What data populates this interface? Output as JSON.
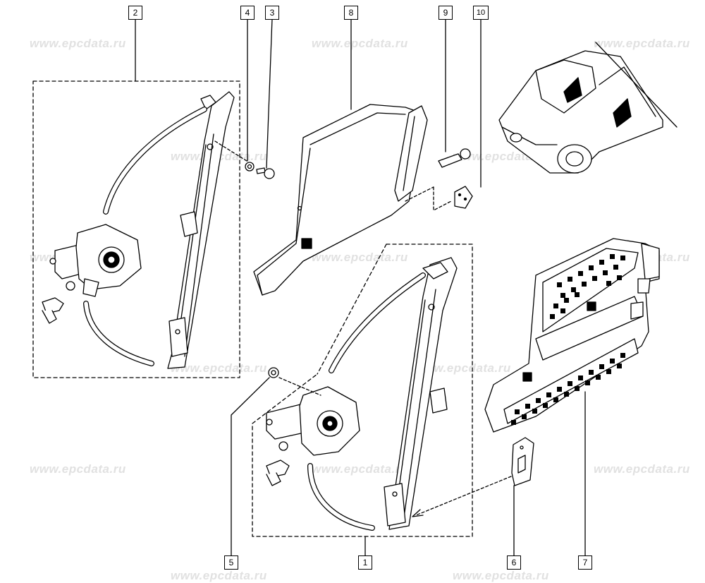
{
  "watermark_text": "www.epcdata.ru",
  "callouts": {
    "c1": "1",
    "c2": "2",
    "c3": "3",
    "c4": "4",
    "c5": "5",
    "c6": "6",
    "c7": "7",
    "c8": "8",
    "c9": "9",
    "c10": "10"
  },
  "colors": {
    "line": "#000000",
    "watermark": "#e1e1e1",
    "background": "#ffffff"
  }
}
